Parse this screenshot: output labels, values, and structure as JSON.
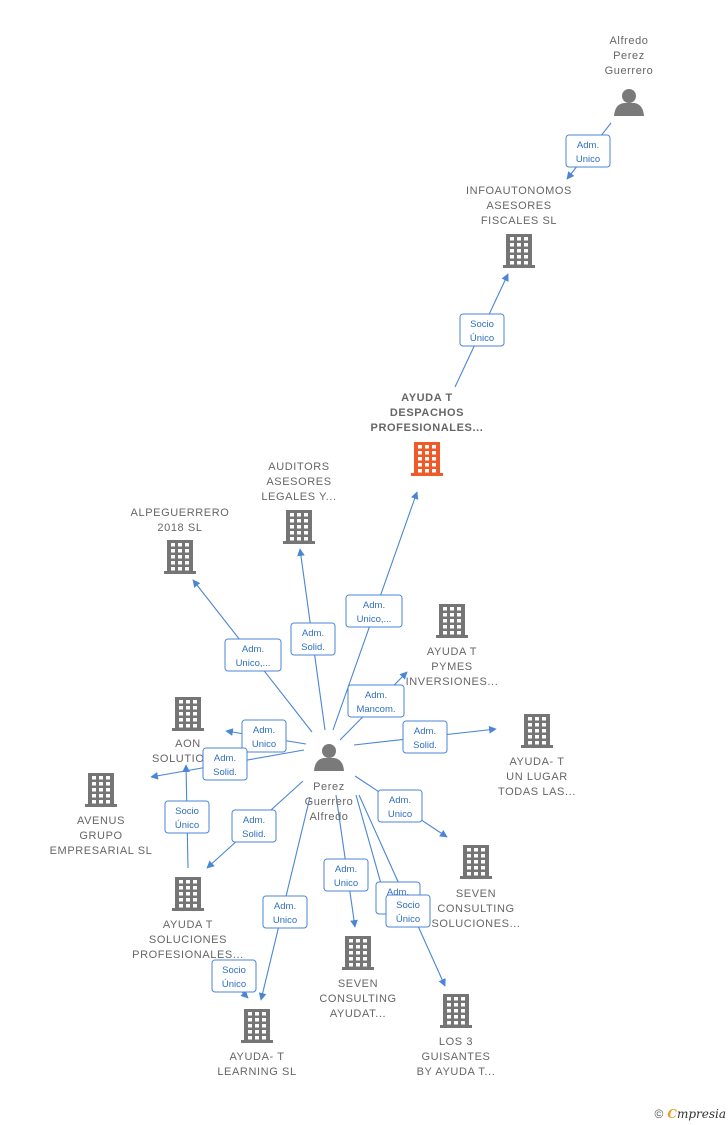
{
  "colors": {
    "building": "#757575",
    "highlight": "#f05a28",
    "person": "#7a7a7a",
    "edge": "#4a86d4"
  },
  "nodes": [
    {
      "id": "alfredo_top",
      "type": "person",
      "lines": [
        "Alfredo",
        "Perez",
        "Guerrero"
      ]
    },
    {
      "id": "infoautonomos",
      "type": "company",
      "lines": [
        "INFOAUTONOMOS",
        "ASESORES",
        "FISCALES SL"
      ]
    },
    {
      "id": "ayudat_despachos",
      "type": "company_main",
      "lines": [
        "AYUDA T",
        "DESPACHOS",
        "PROFESIONALES..."
      ]
    },
    {
      "id": "auditors",
      "type": "company",
      "lines": [
        "AUDITORS",
        "ASESORES",
        "LEGALES Y..."
      ]
    },
    {
      "id": "alpeguerrero",
      "type": "company",
      "lines": [
        "ALPEGUERRERO",
        "2018 SL"
      ]
    },
    {
      "id": "pymes",
      "type": "company",
      "lines": [
        "AYUDA T",
        "PYMES",
        "INVERSIONES..."
      ]
    },
    {
      "id": "aon",
      "type": "company",
      "lines": [
        "AON",
        "SOLUTION..."
      ]
    },
    {
      "id": "lugar",
      "type": "company",
      "lines": [
        "AYUDA- T",
        "UN LUGAR",
        "TODAS LAS..."
      ]
    },
    {
      "id": "perez_center",
      "type": "person",
      "lines": [
        "Perez",
        "Guerrero",
        "Alfredo"
      ]
    },
    {
      "id": "avenus",
      "type": "company",
      "lines": [
        "AVENUS",
        "GRUPO",
        "EMPRESARIAL SL"
      ]
    },
    {
      "id": "soluciones_prof",
      "type": "company",
      "lines": [
        "AYUDA T",
        "SOLUCIONES",
        "PROFESIONALES..."
      ]
    },
    {
      "id": "seven_consulting_sol",
      "type": "company",
      "lines": [
        "SEVEN",
        "CONSULTING",
        "SOLUCIONES..."
      ]
    },
    {
      "id": "seven_consulting_ayu",
      "type": "company",
      "lines": [
        "SEVEN",
        "CONSULTING",
        "AYUDAT..."
      ]
    },
    {
      "id": "learning",
      "type": "company",
      "lines": [
        "AYUDA- T",
        "LEARNING SL"
      ]
    },
    {
      "id": "guisantes",
      "type": "company",
      "lines": [
        "LOS 3",
        "GUISANTES",
        "BY AYUDA T..."
      ]
    }
  ],
  "relations": [
    {
      "id": "r1",
      "lines": [
        "Adm.",
        "Unico"
      ]
    },
    {
      "id": "r2",
      "lines": [
        "Socio",
        "Único"
      ]
    },
    {
      "id": "r3",
      "lines": [
        "Adm.",
        "Unico,..."
      ]
    },
    {
      "id": "r4",
      "lines": [
        "Adm.",
        "Solid."
      ]
    },
    {
      "id": "r5",
      "lines": [
        "Adm.",
        "Unico,..."
      ]
    },
    {
      "id": "r6",
      "lines": [
        "Adm.",
        "Mancom."
      ]
    },
    {
      "id": "r7",
      "lines": [
        "Adm.",
        "Unico"
      ]
    },
    {
      "id": "r8",
      "lines": [
        "Adm.",
        "Solid."
      ]
    },
    {
      "id": "r9",
      "lines": [
        "Adm.",
        "Solid."
      ]
    },
    {
      "id": "r10",
      "lines": [
        "Socio",
        "Único"
      ]
    },
    {
      "id": "r11",
      "lines": [
        "Adm.",
        "Solid."
      ]
    },
    {
      "id": "r12",
      "lines": [
        "Adm.",
        "Unico"
      ]
    },
    {
      "id": "r13",
      "lines": [
        "Adm.",
        "Unico"
      ]
    },
    {
      "id": "r14",
      "lines": [
        "Adm.",
        "Unico"
      ]
    },
    {
      "id": "r15",
      "lines": [
        "Adm.",
        "Unico"
      ]
    },
    {
      "id": "r16",
      "lines": [
        "Socio",
        "Único"
      ]
    },
    {
      "id": "r17",
      "lines": [
        "Socio",
        "Único"
      ]
    }
  ],
  "footer": {
    "copyright": "©",
    "brand_initial": "C",
    "brand_rest": "mpresia"
  }
}
